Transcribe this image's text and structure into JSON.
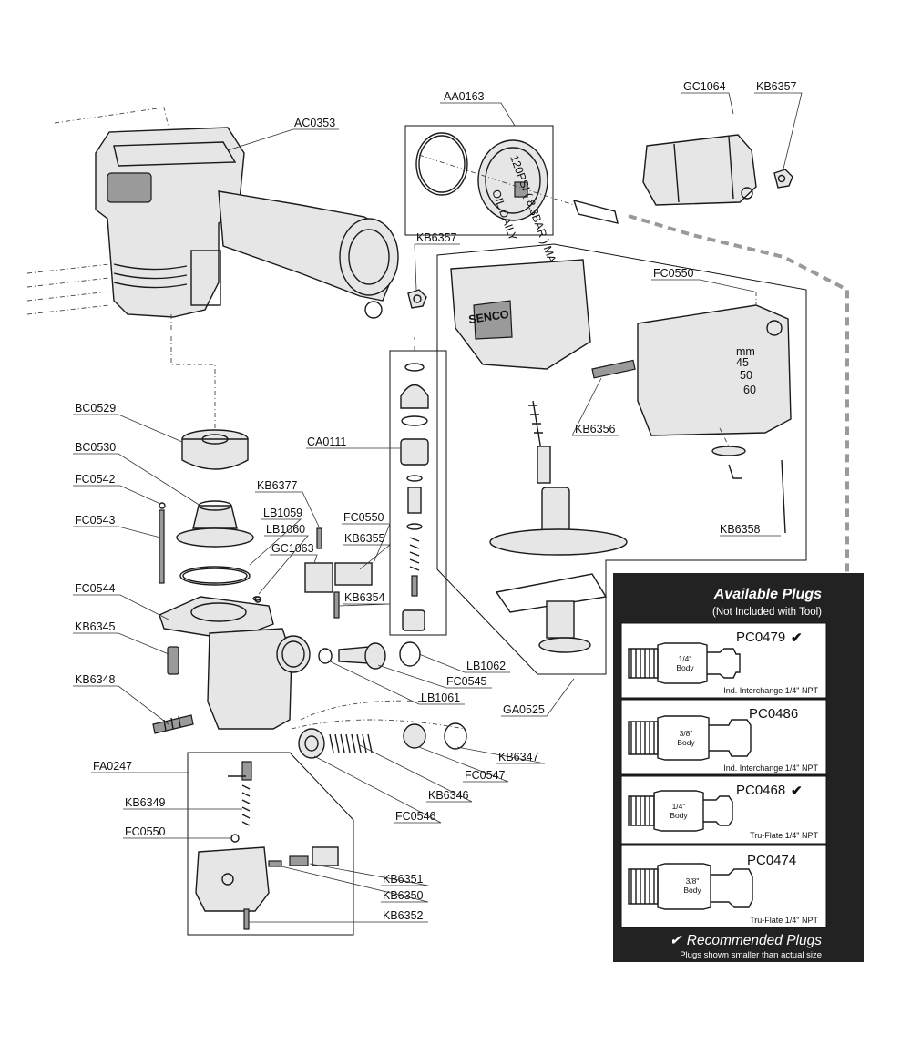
{
  "part_labels": {
    "AC0353": "AC0353",
    "AA0163": "AA0163",
    "GC1064": "GC1064",
    "KB6357_top": "KB6357",
    "KB6357_mid": "KB6357",
    "FC0550_right": "FC0550",
    "KB6356": "KB6356",
    "KB6358": "KB6358",
    "BC0529": "BC0529",
    "BC0530": "BC0530",
    "FC0542": "FC0542",
    "FC0543": "FC0543",
    "CA0111": "CA0111",
    "KB6377": "KB6377",
    "LB1059": "LB1059",
    "LB1060": "LB1060",
    "FC0550_mid": "FC0550",
    "GC1063": "GC1063",
    "KB6355": "KB6355",
    "KB6354": "KB6354",
    "FC0544": "FC0544",
    "KB6345": "KB6345",
    "KB6348": "KB6348",
    "LB1062": "LB1062",
    "FC0545": "FC0545",
    "LB1061": "LB1061",
    "GA0525": "GA0525",
    "KB6347": "KB6347",
    "FC0547": "FC0547",
    "KB6346": "KB6346",
    "FC0546": "FC0546",
    "FA0247": "FA0247",
    "KB6349": "KB6349",
    "FC0550_low": "FC0550",
    "KB6351": "KB6351",
    "KB6350": "KB6350",
    "KB6352": "KB6352"
  },
  "cap_text": {
    "psi": "120PSI ( 8.3BAR ) MAX",
    "oil": "OIL DAILY"
  },
  "brand_text": "SENCO",
  "scale_text": {
    "unit": "mm",
    "m1": "45",
    "m2": "50",
    "m3": "60"
  },
  "plugs_panel": {
    "title": "Available Plugs",
    "subtitle": "(Not Included with Tool)",
    "footer_title": "Recommended Plugs",
    "footer_subtitle": "Plugs shown smaller than actual size",
    "check_icon": "check-icon",
    "items": [
      {
        "code": "PC0479",
        "body_line1": "1/4\"",
        "body_line2": "Body",
        "description": "Ind. Interchange 1/4\" NPT",
        "recommended": true
      },
      {
        "code": "PC0486",
        "body_line1": "3/8\"",
        "body_line2": "Body",
        "description": "Ind. Interchange 1/4\" NPT",
        "recommended": false
      },
      {
        "code": "PC0468",
        "body_line1": "1/4\"",
        "body_line2": "Body",
        "description": "Tru-Flate 1/4\" NPT",
        "recommended": true
      },
      {
        "code": "PC0474",
        "body_line1": "3/8\"",
        "body_line2": "Body",
        "description": "Tru-Flate 1/4\" NPT",
        "recommended": false
      }
    ]
  },
  "colors": {
    "panel_bg": "#222222",
    "line": "#1a1a1a",
    "dashed_callout": "#9a9a9a"
  }
}
